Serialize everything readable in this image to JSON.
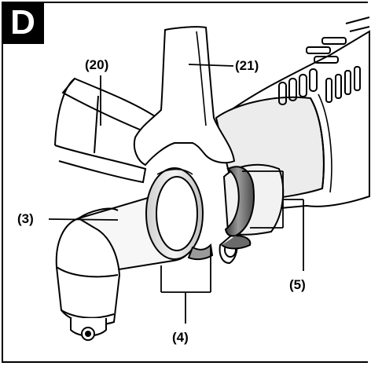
{
  "figure": {
    "letter": "D"
  },
  "callouts": {
    "c20": "(20)",
    "c21": "(21)",
    "c3": "(3)",
    "c5": "(5)",
    "c4": "(4)"
  },
  "colors": {
    "line": "#000000",
    "ring_dark": "#555555",
    "ring_mid": "#9a9a9a",
    "ring_light": "#d8d8d8",
    "body_shade": "#e6e6e6"
  },
  "icons": {
    "wrench": "open-end-wrench",
    "drill": "angle-drill"
  }
}
